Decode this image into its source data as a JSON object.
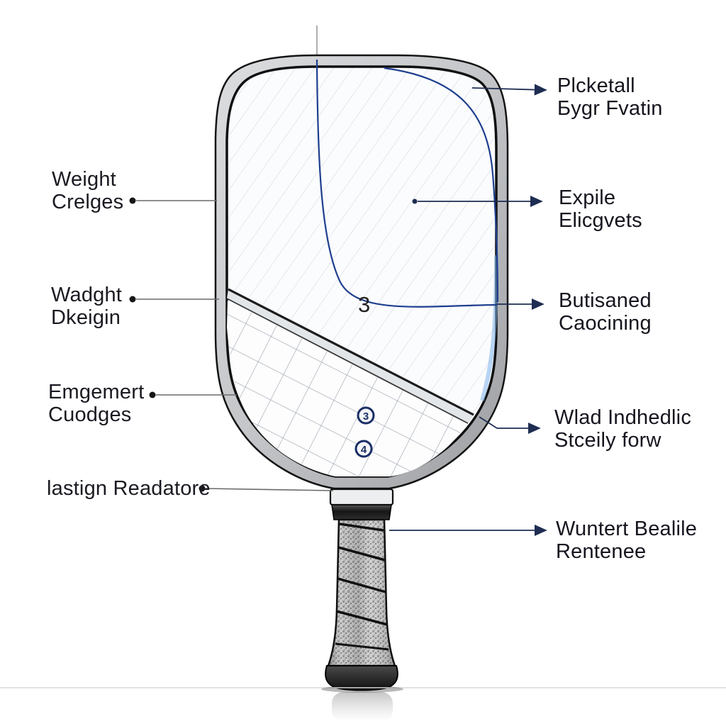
{
  "labels": {
    "weight": [
      "Weight",
      "Crelges"
    ],
    "wadght": [
      "Wadght",
      "Dkeigin"
    ],
    "emgemert": [
      "Emgemert",
      "Cuodges"
    ],
    "lastign": [
      "lastign Readatore"
    ],
    "picketall": [
      "Plcketall",
      "Бygr Fvatin"
    ],
    "expile": [
      "Expile",
      "Elicgvets"
    ],
    "butisaned": [
      "Butisaned",
      "Caocining"
    ],
    "wlad": [
      "Wlad Indhedlic",
      "Stceily forw"
    ],
    "wuntert": [
      "Wuntert Bealile",
      "Rentenee"
    ]
  },
  "face_markings": {
    "center_number": "3",
    "circled": [
      "3",
      "4"
    ]
  },
  "colors": {
    "accent_blue": "#1e3f8f",
    "connector_navy": "#1e2d52",
    "frame_gray": "#b9bcbf"
  }
}
